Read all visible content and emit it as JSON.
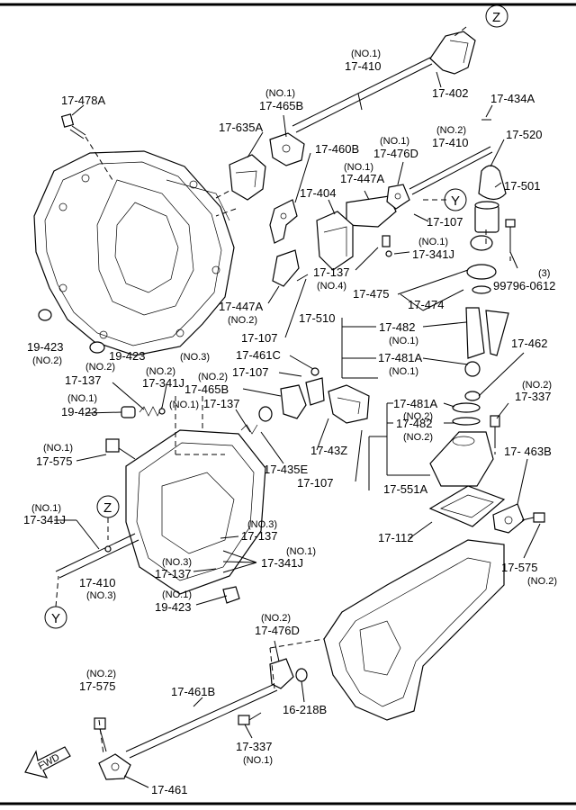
{
  "diagram": {
    "labels": {
      "p17410_no1": "(NO.1)",
      "p17410": "17-410",
      "p17402": "17-402",
      "z_top": "Z",
      "p17478A": "17-478A",
      "p17465B_no1": "(NO.1)",
      "p17465B": "17-465B",
      "p17434A": "17-434A",
      "p17635A": "17-635A",
      "p17460B": "17-460B",
      "p17476D_no1": "(NO.1)",
      "p17476D": "17-476D",
      "p17410b_no2": "(NO.2)",
      "p17410b": "17-410",
      "p17520": "17-520",
      "p17447A_no1": "(NO.1)",
      "p17447A": "17-447A",
      "p17404": "17-404",
      "y_mid": "Y",
      "p17107a": "17-107",
      "p17501": "17-501",
      "p17341J_no1": "(NO.1)",
      "p17341J": "17-341J",
      "p17137_no4a": "17-137",
      "p17137_no4b": "(NO.4)",
      "p99796_q": "(3)",
      "p99796": "99796-0612",
      "p17475": "17-475",
      "p17474": "17-474",
      "p17447A2": "17-447A",
      "p17447A2_no2": "(NO.2)",
      "p17510": "17-510",
      "p17482_a": "17-482",
      "p17482_a_no1": "(NO.1)",
      "p17107b": "17-107",
      "p19423_a": "19-423",
      "p19423_a_no2": "(NO.2)",
      "p19423_b": "19-423",
      "p19423_b_no3": "(NO.3)",
      "p17481A_a": "17-481A",
      "p17481A_a_no1": "(NO.1)",
      "p17462": "17-462",
      "p17461C": "17-461C",
      "p17137_no2_n": "(NO.2)",
      "p17137_no2": "17-137",
      "p17341J_no2_n": "(NO.2)",
      "p17341J_no2": "17-341J",
      "p17107c": "17-107",
      "p17465B_no2_n": "(NO.2)",
      "p17465B_no2": "17-465B",
      "p19423_c_no1": "(NO.1)",
      "p19423_c": "19-423",
      "p17137_no1_n": "(NO.1)",
      "p17137_no1": "17-137",
      "p17481A_b": "17-481A",
      "p17481A_b_no2": "(NO.2)",
      "p17482_b": "17-482",
      "p17482_b_no2": "(NO.2)",
      "p17337_no2_n": "(NO.2)",
      "p17337_no2": "17-337",
      "p17575_no1_n": "(NO.1)",
      "p17575_no1": "17-575",
      "p17435E": "17-435E",
      "p1743Z": "17-43Z",
      "p17463B": "17- 463B",
      "p17107d": "17-107",
      "p17551A": "17-551A",
      "z_mid": "Z",
      "p17341J_b_no1": "(NO.1)",
      "p17341J_b": "17-341J",
      "p17137_no3_n": "(NO.3)",
      "p17137_no3": "17-137",
      "p17112": "17-112",
      "p17341J_c_no1": "(NO.1)",
      "p17341J_c": "17-341J",
      "p17137_no3b_n": "(NO.3)",
      "p17137_no3b": "17-137",
      "p17410c": "17-410",
      "p17410c_no3": "(NO.3)",
      "p17575_no2": "17-575",
      "p17575_no2_n": "(NO.2)",
      "p19423_d_no1": "(NO.1)",
      "p19423_d": "19-423",
      "y_bottom": "Y",
      "p17476D_no2_n": "(NO.2)",
      "p17476D_no2": "17-476D",
      "p17575_c_no2": "(NO.2)",
      "p17575_c": "17-575",
      "p17461B": "17-461B",
      "p16218B": "16-218B",
      "fwd": "FWD",
      "p17337_b": "17-337",
      "p17337_b_no1": "(NO.1)",
      "p17461": "17-461"
    }
  }
}
